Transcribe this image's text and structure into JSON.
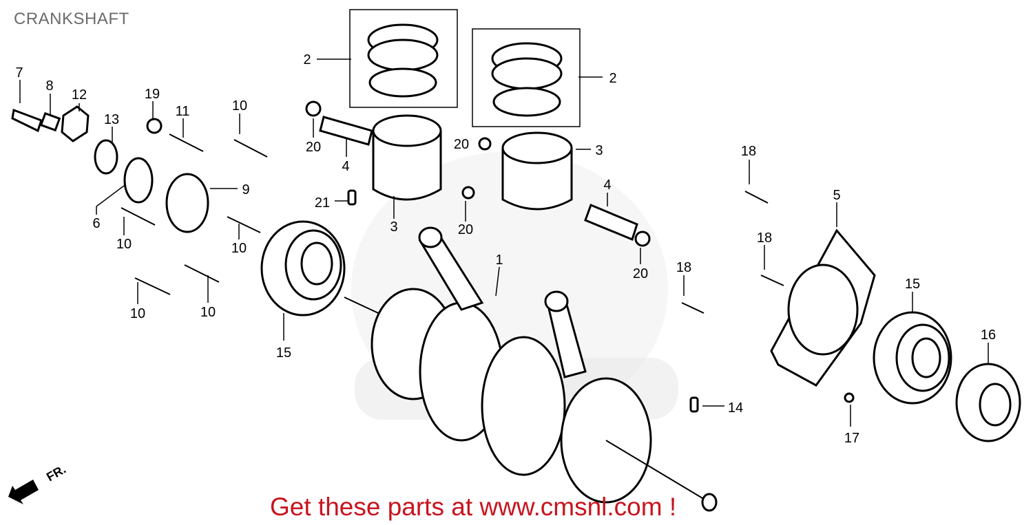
{
  "title": "CRANKSHAFT",
  "promo_text": "Get these parts at www.cmsnl.com !",
  "direction_marker": "FR.",
  "colors": {
    "promo": "#c8141e",
    "title": "#6b6b6b"
  },
  "callouts": [
    "7",
    "8",
    "12",
    "19",
    "11",
    "10",
    "13",
    "2",
    "2",
    "20",
    "4",
    "20",
    "3",
    "9",
    "6",
    "21",
    "3",
    "20",
    "4",
    "18",
    "5",
    "10",
    "10",
    "18",
    "20",
    "18",
    "1",
    "15",
    "10",
    "10",
    "16",
    "15",
    "14",
    "17"
  ]
}
